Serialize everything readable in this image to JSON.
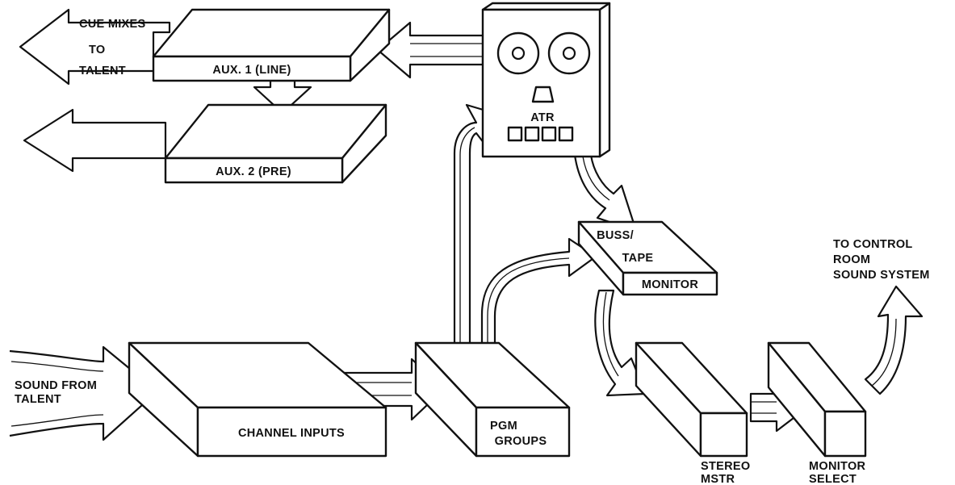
{
  "diagram": {
    "blocks": {
      "aux1": "AUX. 1 (LINE)",
      "aux2": "AUX. 2 (PRE)",
      "atr": "ATR",
      "buss_tape_line1": "BUSS/",
      "buss_tape_line2": "TAPE",
      "buss_tape_line3": "MONITOR",
      "channel_inputs": "CHANNEL INPUTS",
      "pgm_line1": "PGM",
      "pgm_line2": "GROUPS",
      "stereo_line1": "STEREO",
      "stereo_line2": "MSTR",
      "monitor_select_line1": "MONITOR",
      "monitor_select_line2": "SELECT"
    },
    "labels": {
      "cue_mixes": "CUE MIXES",
      "to_talent_line1": "TO",
      "to_talent_line2": "TALENT",
      "sound_from_line1": "SOUND FROM",
      "sound_from_line2": "TALENT",
      "control_room_line1": "TO CONTROL",
      "control_room_line2": "ROOM",
      "control_room_line3": "SOUND SYSTEM"
    }
  }
}
